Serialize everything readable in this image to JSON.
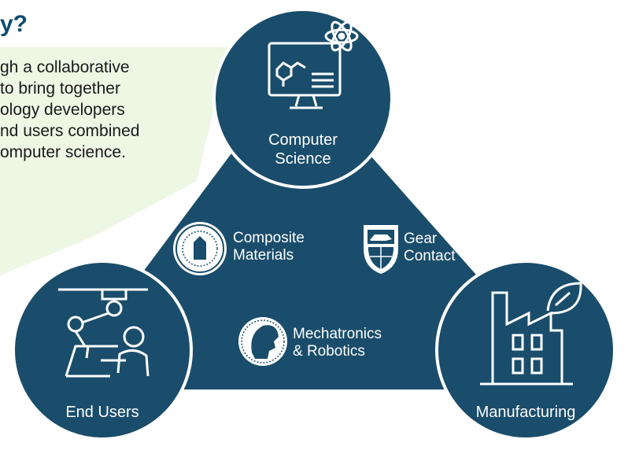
{
  "heading": {
    "text": "y?"
  },
  "intro": {
    "text": "gh a collaborative\nto bring together\nology developers\nnd users combined\nomputer science."
  },
  "colors": {
    "navy": "#1a4d6b",
    "white": "#ffffff",
    "highlight": "#eef6e4",
    "heading": "#0f4c6e"
  },
  "nodes": {
    "computer_science": {
      "label": "Computer\nScience",
      "icon": "computer-atom-molecule-icon"
    },
    "end_users": {
      "label": "End Users",
      "icon": "robot-arm-worker-icon"
    },
    "manufacturing": {
      "label": "Manufacturing",
      "icon": "factory-leaf-icon"
    }
  },
  "partners": {
    "composite": {
      "label": "Composite\nMaterials",
      "icon": "university-seal-icon"
    },
    "gear": {
      "label": "Gear\nContact",
      "icon": "lion-crest-icon"
    },
    "mechatronics": {
      "label": "Mechatronics\n& Robotics",
      "icon": "athena-head-icon"
    }
  }
}
